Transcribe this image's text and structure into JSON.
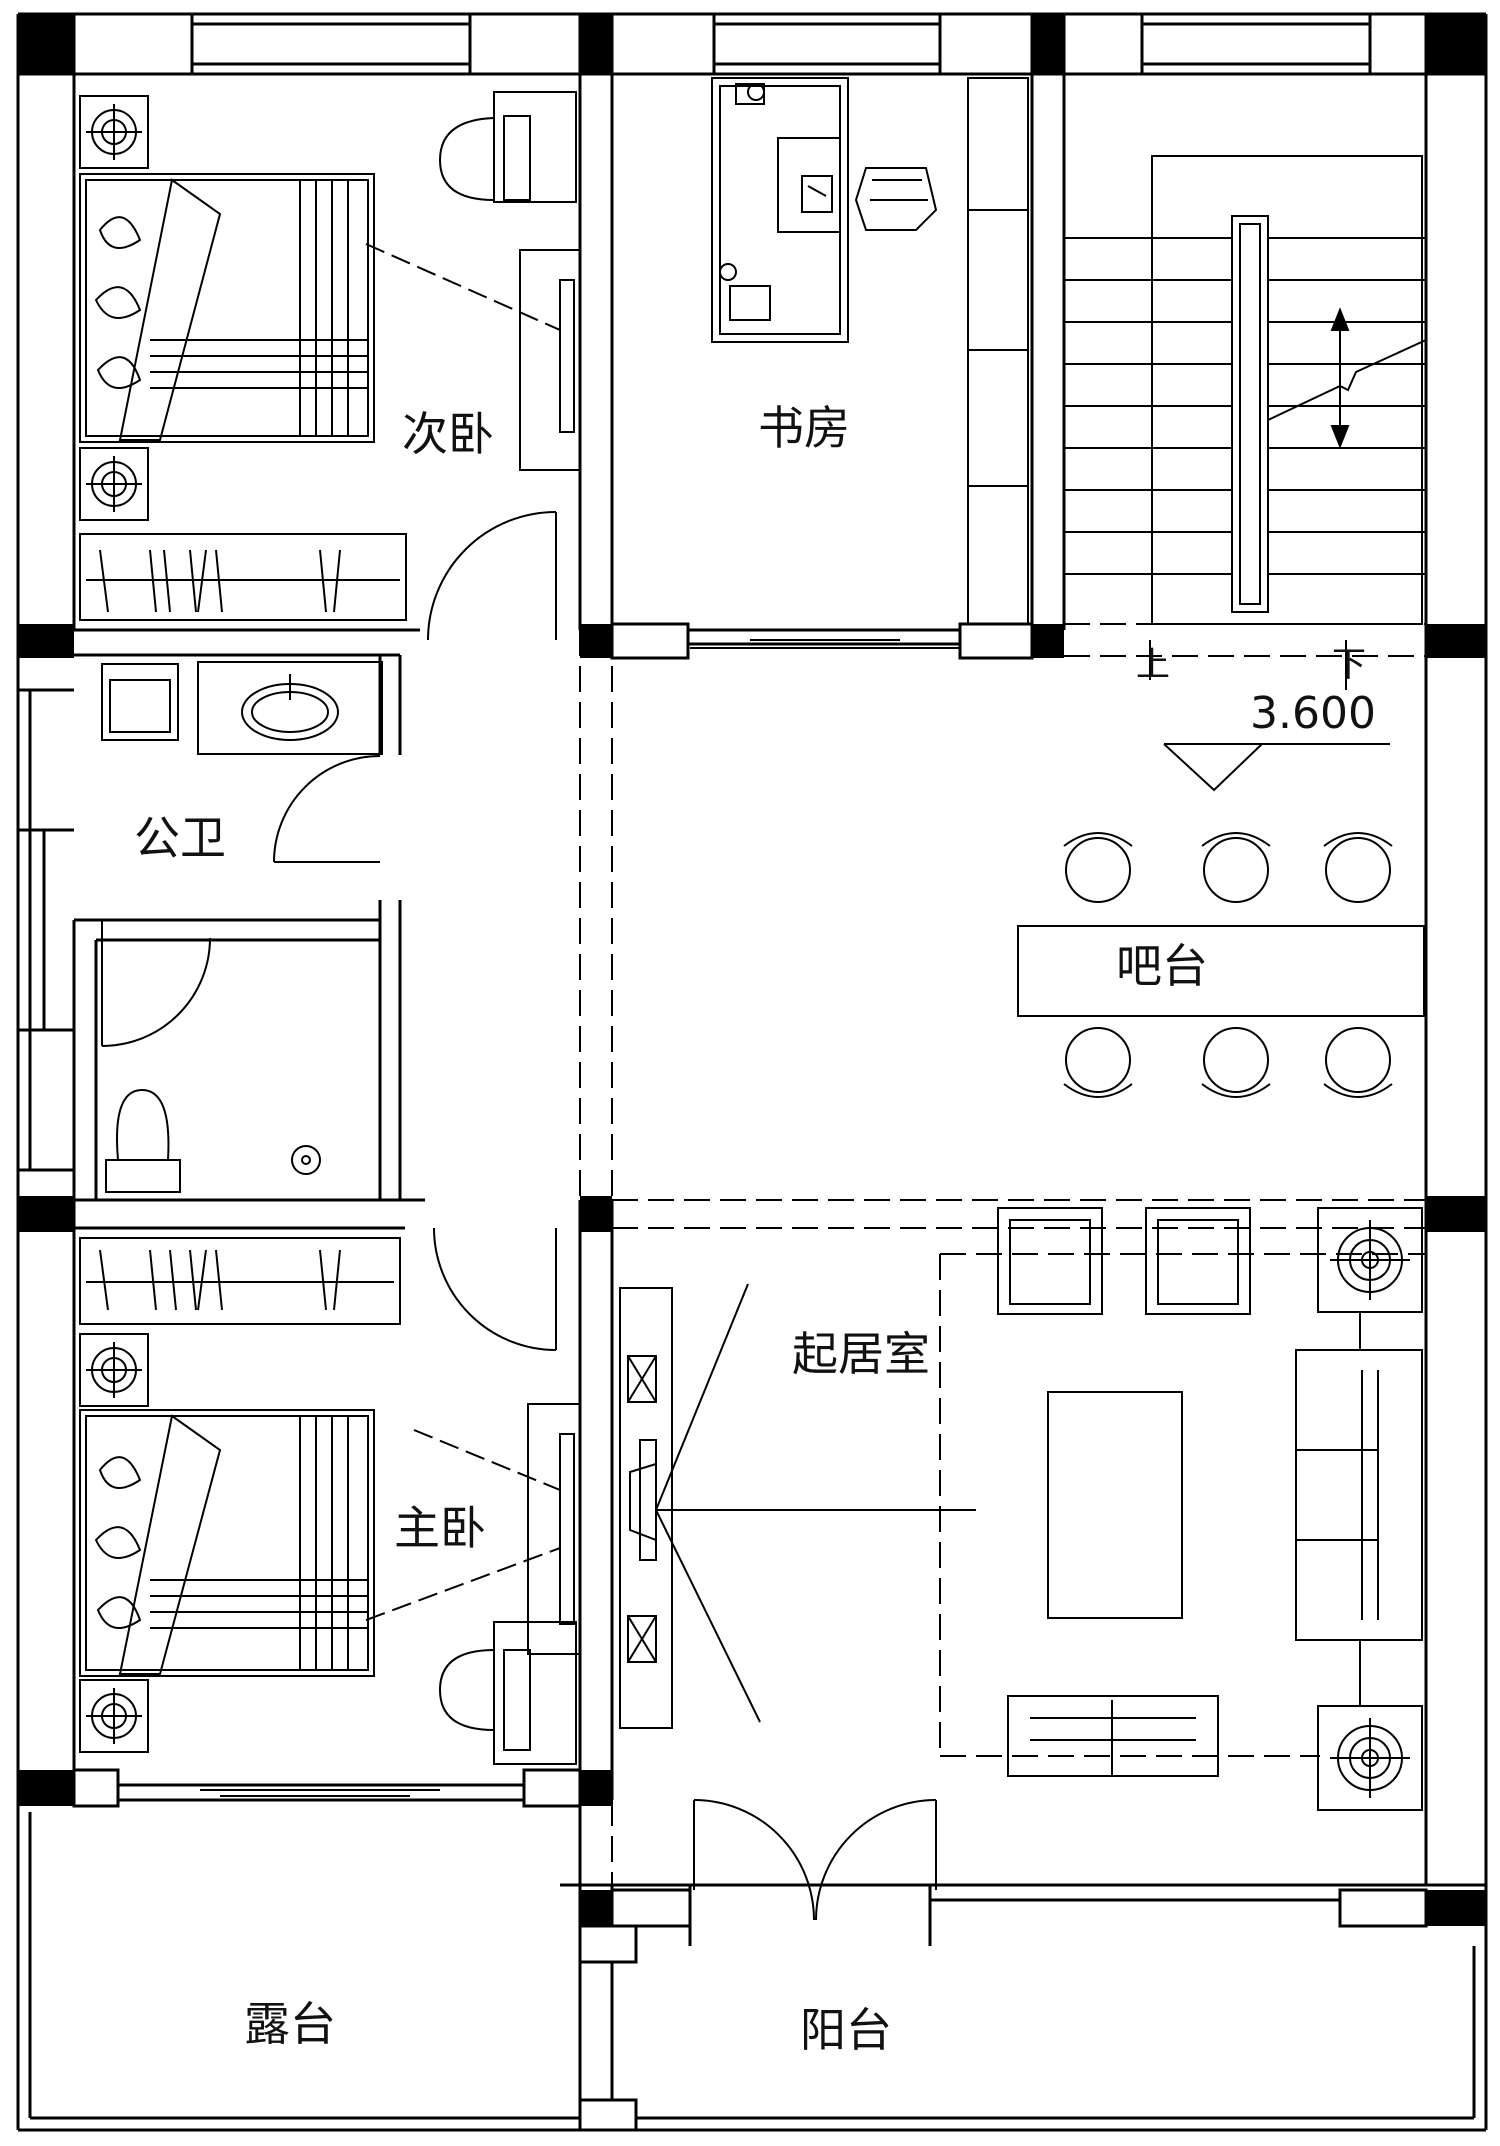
{
  "rooms": {
    "second_bedroom": "次卧",
    "study": "书房",
    "public_bathroom": "公卫",
    "bar": "吧台",
    "living_room": "起居室",
    "master_bedroom": "主卧",
    "terrace": "露台",
    "balcony": "阳台"
  },
  "stair": {
    "up_label": "上",
    "down_label": "下"
  },
  "level_mark": "3.600"
}
